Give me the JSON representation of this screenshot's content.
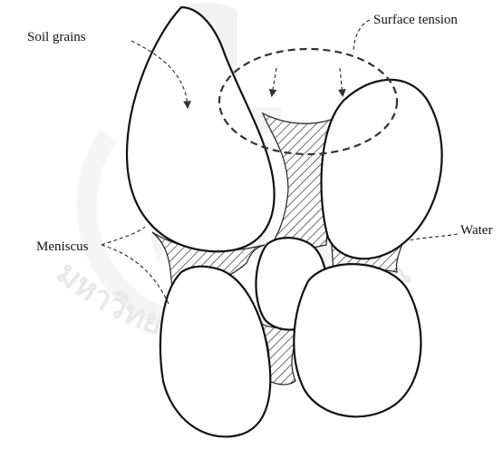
{
  "labels": {
    "soil_grains": "Soil grains",
    "surface_tension": "Surface tension",
    "meniscus": "Meniscus",
    "water": "Water"
  },
  "watermark": {
    "text": "มหาวิทยาลัยเทคโนโลยีสุรนารี"
  },
  "colors": {
    "outline": "#111111",
    "background": "#ffffff",
    "watermark": "#e6e6e6"
  }
}
